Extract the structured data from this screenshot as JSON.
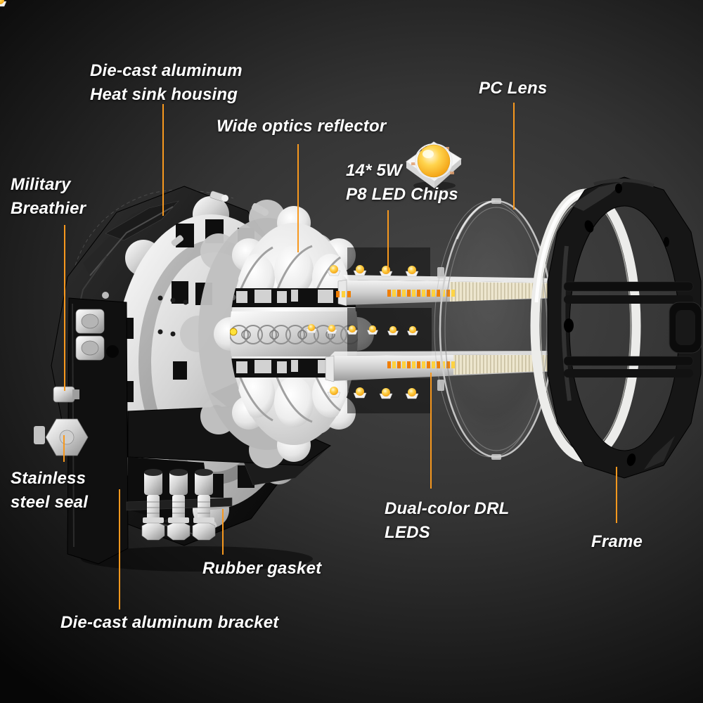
{
  "scene": {
    "type": "product-exploded-diagram",
    "product": "Round LED driving light exploded component view",
    "accent_color": "#F7981E",
    "label_text_color": "#FFFFFF",
    "background_center_color": "#464646",
    "background_edge_color": "#060606",
    "led_amber_color": "#F5A91C",
    "chrome_color": "#D9D9D9",
    "housing_color": "#141414",
    "gasket_ring_color": "#ECECEA"
  },
  "icons": {
    "led_chip_hero": "led-chip-icon (white SMD package with amber dome)"
  },
  "labels": [
    {
      "id": "heat-sink-housing",
      "text": "Die-cast aluminum\nHeat sink housing"
    },
    {
      "id": "wide-optics-reflector",
      "text": "Wide optics reflector"
    },
    {
      "id": "pc-lens",
      "text": "PC Lens"
    },
    {
      "id": "led-chips",
      "text": "14* 5W\nP8 LED Chips"
    },
    {
      "id": "military-breathier",
      "text": "Military\nBreathier"
    },
    {
      "id": "stainless-steel-seal",
      "text": "Stainless\nsteel seal"
    },
    {
      "id": "rubber-gasket",
      "text": "Rubber gasket"
    },
    {
      "id": "die-cast-aluminum-bracket",
      "text": "Die-cast aluminum bracket"
    },
    {
      "id": "dual-color-drl-leds",
      "text": "Dual-color DRL\nLEDS"
    },
    {
      "id": "frame",
      "text": "Frame"
    }
  ]
}
